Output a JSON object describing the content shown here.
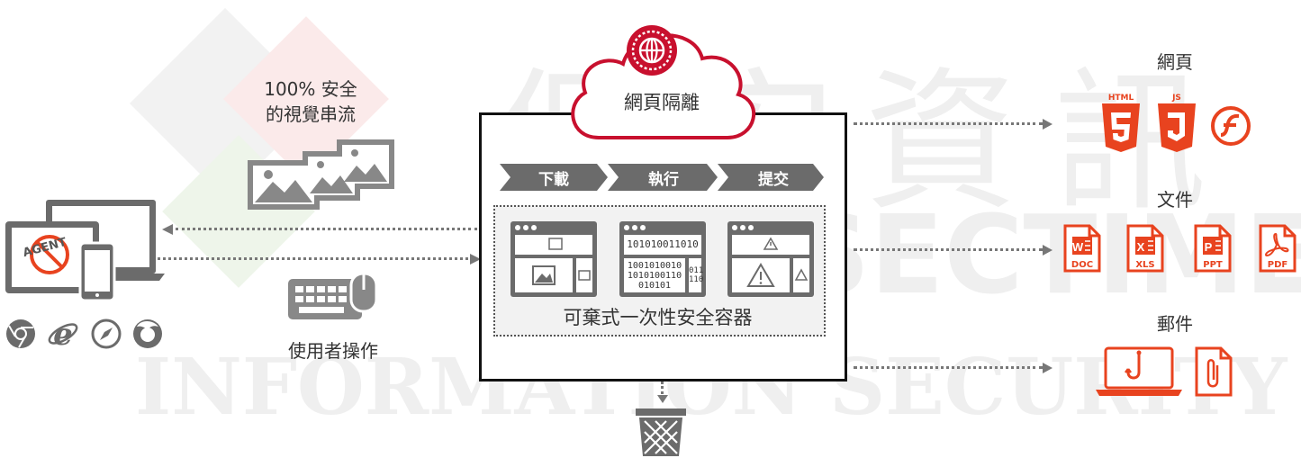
{
  "watermark": {
    "chars": [
      "保",
      "安",
      "資",
      "訊"
    ],
    "line1": "SECTIME",
    "line2": "INFORMATION SECURITY"
  },
  "left": {
    "stream_label_1": "100% 安全",
    "stream_label_2": "的視覺串流",
    "user_label": "使用者操作",
    "agent_badge": "AGENT",
    "browsers": [
      "chrome-icon",
      "ie-icon",
      "safari-icon",
      "firefox-icon"
    ]
  },
  "center": {
    "cloud_label": "網頁隔離",
    "steps": [
      "下載",
      "執行",
      "提交"
    ],
    "binary_main_1": "101010011010",
    "binary_main_2": "1001010010",
    "binary_main_3": "1010100110",
    "binary_main_4": "010101",
    "binary_side_1": "011",
    "binary_side_2": "110",
    "container_label": "可棄式一次性安全容器"
  },
  "right": {
    "web_label": "網頁",
    "web_icons": [
      "html5-icon",
      "js-icon",
      "flash-icon"
    ],
    "html_tag": "HTML",
    "js_tag": "JS",
    "doc_label": "文件",
    "doc_types": [
      "DOC",
      "XLS",
      "PPT",
      "PDF"
    ],
    "mail_label": "郵件"
  },
  "colors": {
    "accent": "#e8431f",
    "cloud_red": "#c8102e",
    "gray": "#777777",
    "dark_gray": "#6b6b6b"
  }
}
